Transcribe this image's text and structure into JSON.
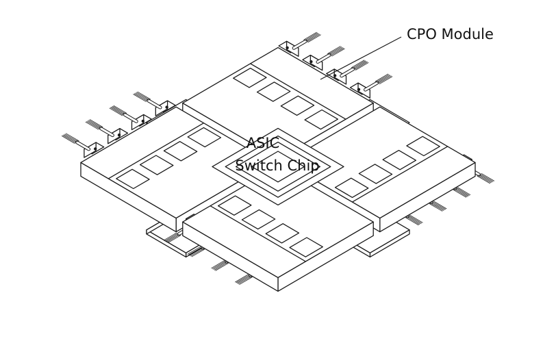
{
  "labels": {
    "cpo_module": "CPO Module",
    "asic_line1": "ASIC",
    "asic_line2": "Switch Chip"
  },
  "colors": {
    "line": "#1a1a1a",
    "fill": "#ffffff",
    "background": "#ffffff"
  },
  "modules": [
    {
      "name": "cpo-module-top-left",
      "die_count": 4,
      "connector_count": 4
    },
    {
      "name": "cpo-module-top-right",
      "die_count": 4,
      "connector_count": 4
    },
    {
      "name": "cpo-module-bottom-left",
      "die_count": 4,
      "connector_count": 4
    },
    {
      "name": "cpo-module-bottom-right",
      "die_count": 4,
      "connector_count": 4
    }
  ]
}
